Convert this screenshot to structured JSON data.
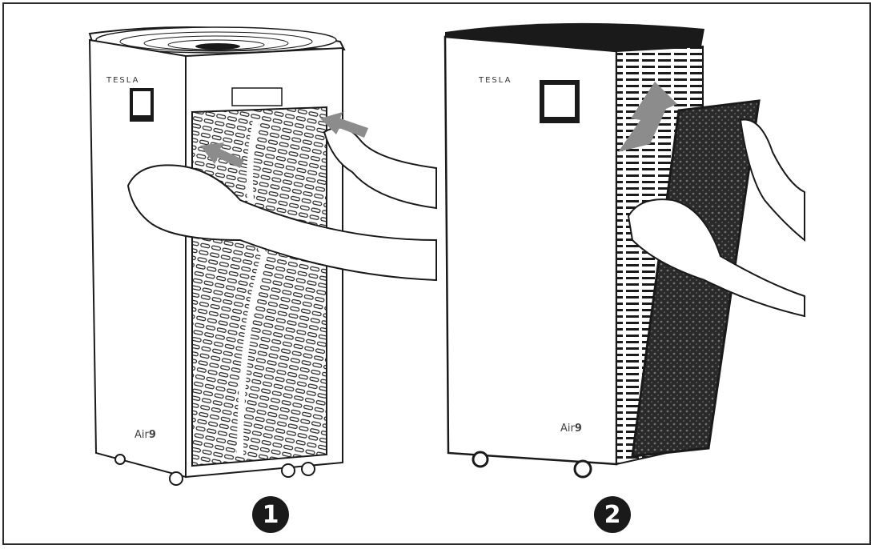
{
  "figure": {
    "panels": [
      {
        "step": "1",
        "brand": "TESLA",
        "model_prefix": "Air",
        "model_number": "9",
        "action": "press side latches of front grille"
      },
      {
        "step": "2",
        "brand": "TESLA",
        "model_prefix": "Air",
        "model_number": "9",
        "action": "lift and pull out filter"
      }
    ]
  },
  "colors": {
    "line": "#1a1a1a",
    "arrow": "#8c8c8c",
    "badge": "#1a1a1a",
    "filter": "#2a2a2a"
  },
  "icons": [
    "step-1-badge",
    "step-2-badge",
    "press-arrow-icon",
    "lift-arrow-icon"
  ]
}
